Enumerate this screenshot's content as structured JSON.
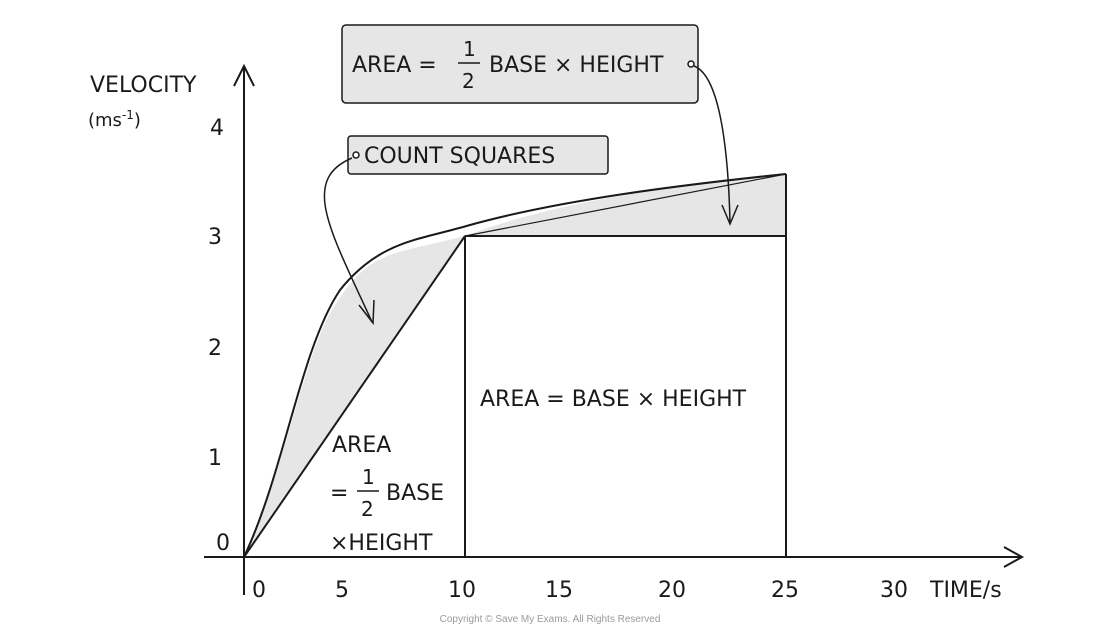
{
  "y_axis": {
    "label": "VELOCITY",
    "unit_base": "(ms",
    "unit_exp": "-1",
    "unit_close": ")",
    "ticks": [
      "0",
      "1",
      "2",
      "3",
      "4"
    ]
  },
  "x_axis": {
    "label": "TIME/s",
    "ticks": [
      "0",
      "5",
      "10",
      "15",
      "20",
      "25",
      "30"
    ]
  },
  "callout_top": {
    "prefix": "AREA =",
    "numerator": "1",
    "denominator": "2",
    "suffix": "BASE × HEIGHT"
  },
  "callout_count": "COUNT SQUARES",
  "rect_label": "AREA = BASE × HEIGHT",
  "triangle_label": {
    "line1": "AREA",
    "eq": "=",
    "numerator": "1",
    "denominator": "2",
    "line2_suffix": "BASE",
    "line3": "×HEIGHT"
  },
  "copyright": "Copyright © Save My Exams. All Rights Reserved",
  "colors": {
    "shade": "#e6e6e6",
    "callout_fill": "#e6e6e6",
    "ink": "#1a1a1a"
  }
}
